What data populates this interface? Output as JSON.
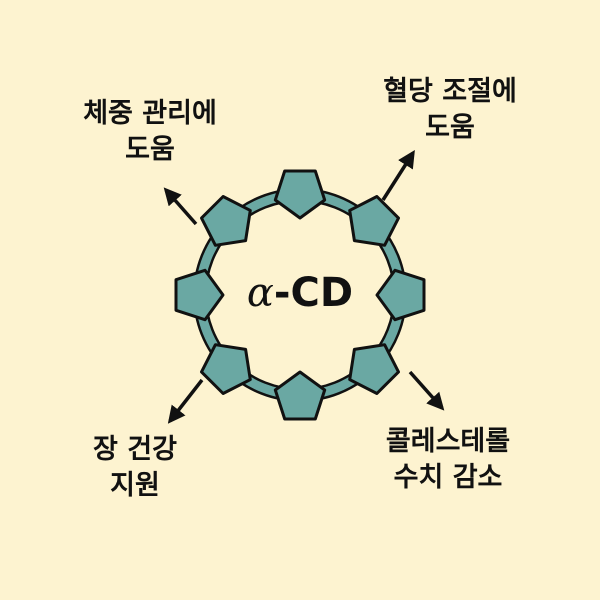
{
  "center": {
    "symbol": "α",
    "text": "-CD"
  },
  "benefits": [
    {
      "id": "weight",
      "line1": "체중 관리에",
      "line2": "도움",
      "position": "top-left"
    },
    {
      "id": "blood-sugar",
      "line1": "혈당 조절에",
      "line2": "도움",
      "position": "top-right"
    },
    {
      "id": "gut",
      "line1": "장 건강",
      "line2": "지원",
      "position": "bottom-left"
    },
    {
      "id": "cholesterol",
      "line1": "콜레스테롤",
      "line2": "수치 감소",
      "position": "bottom-right"
    }
  ],
  "colors": {
    "background": "#fdf3d0",
    "ring_fill": "#6aa8a3",
    "stroke": "#111111",
    "text": "#111111"
  },
  "ring": {
    "glucose_units": 8
  }
}
